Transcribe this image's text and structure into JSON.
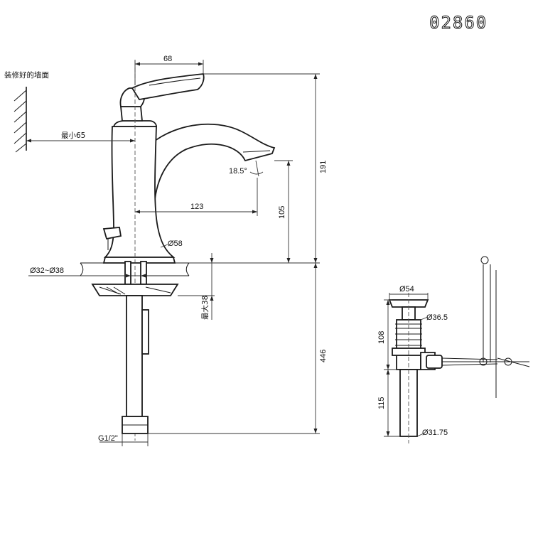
{
  "code": "02860",
  "wall_label": "装修好的墙面",
  "faucet": {
    "handle_width": "68",
    "min_wall_distance": "最小65",
    "spout_angle": "18.5°",
    "spout_reach": "123",
    "spout_height": "105",
    "overall_height": "191",
    "base_diameter": "Ø58",
    "hole_diameter": "Ø32~Ø38",
    "max_deck_thickness": "最大38",
    "supply_length": "446",
    "thread": "G1/2\""
  },
  "drain": {
    "cap_diameter": "Ø54",
    "body_diameter": "Ø36.5",
    "upper_length": "108",
    "tail_length": "115",
    "tail_diameter": "Ø31.75"
  }
}
